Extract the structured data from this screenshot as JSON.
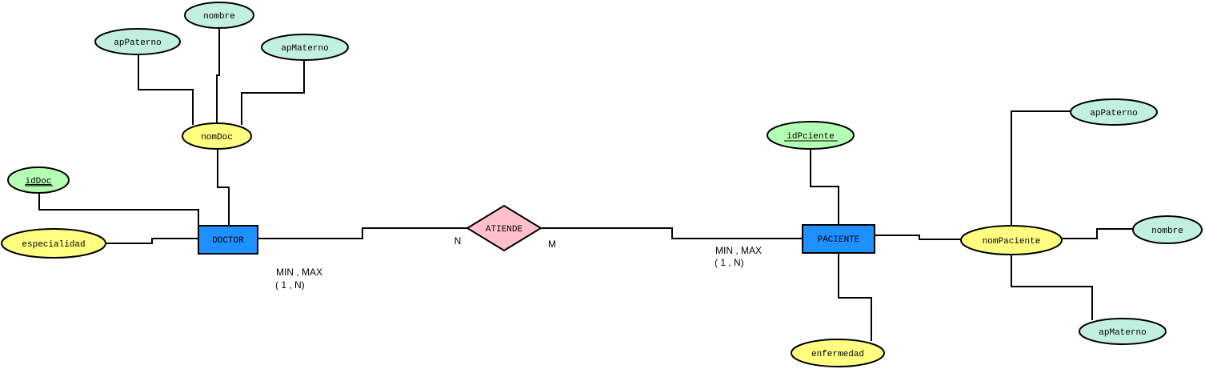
{
  "colors": {
    "entity": "#1e90ff",
    "relationship": "#ffc0cb",
    "key_attribute": "#b3ffb3",
    "composite_attribute": "#ffff80",
    "sub_attribute": "#c2f0e0",
    "line": "#000000"
  },
  "entities": {
    "doctor": "DOCTOR",
    "paciente": "PACIENTE"
  },
  "relationship": {
    "name": "ATIENDE",
    "left_cardinality": "N",
    "right_cardinality": "M"
  },
  "doctor_attributes": {
    "id": "idDoc",
    "especialidad": "especialidad",
    "composite": "nomDoc",
    "ap_paterno": "apPaterno",
    "nombre": "nombre",
    "ap_materno": "apMaterno"
  },
  "paciente_attributes": {
    "id": "idPciente",
    "enfermedad": "enfermedad",
    "composite": "nomPaciente",
    "ap_paterno": "apPaterno",
    "nombre": "nombre",
    "ap_materno": "apMaterno"
  },
  "participation": {
    "doctor_label": "MIN , MAX",
    "doctor_values": "( 1 , N)",
    "paciente_label": "MIN , MAX",
    "paciente_values": "( 1 , N)"
  }
}
